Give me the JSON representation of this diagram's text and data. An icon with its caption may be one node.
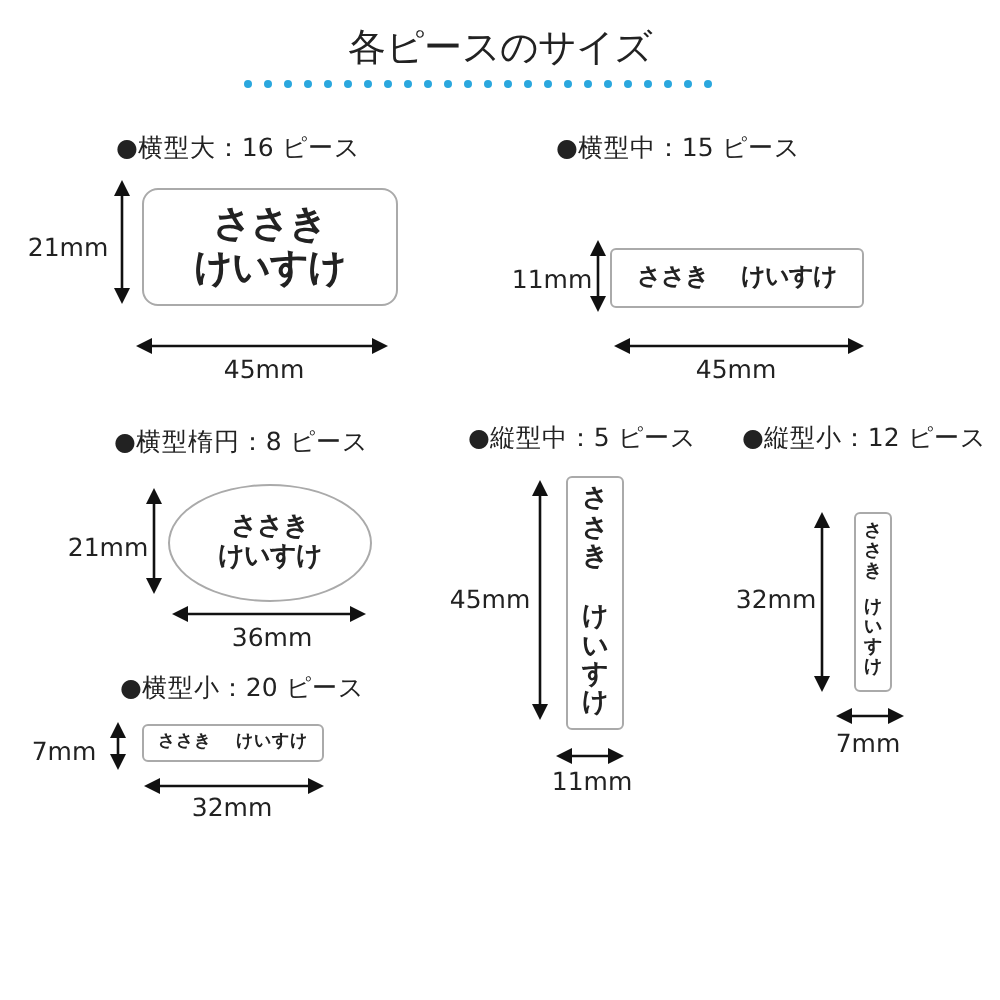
{
  "diagram": {
    "title": "各ピースのサイズ",
    "nodes": [
      {
        "text": [
          "ささき",
          "けいすけ"
        ],
        "beside": [
          "●横型大：16 ピース"
        ]
      },
      {
        "text": [
          "ささき",
          "けいすけ"
        ],
        "beside": [
          "●横型中：15 ピース"
        ]
      },
      {
        "text": [
          "ささき",
          "けいすけ"
        ],
        "beside": [
          "●横型楕円：8 ピース"
        ]
      },
      {
        "text": [
          "ささき",
          "けいすけ"
        ],
        "beside": [
          "●縦型中：5 ピース"
        ]
      },
      {
        "text": [
          "ささき",
          "けいすけ"
        ],
        "beside": [
          "●縦型小：12 ピース"
        ]
      },
      {
        "text": [
          "ささき",
          "けいすけ"
        ],
        "beside": [
          "●横型小：20 ピース"
        ]
      }
    ],
    "edges": [],
    "labels": [
      "21mm",
      "45mm",
      "11mm",
      "45mm",
      "21mm",
      "36mm",
      "45mm",
      "11mm",
      "32mm",
      "7mm",
      "7mm",
      "32mm"
    ]
  }
}
